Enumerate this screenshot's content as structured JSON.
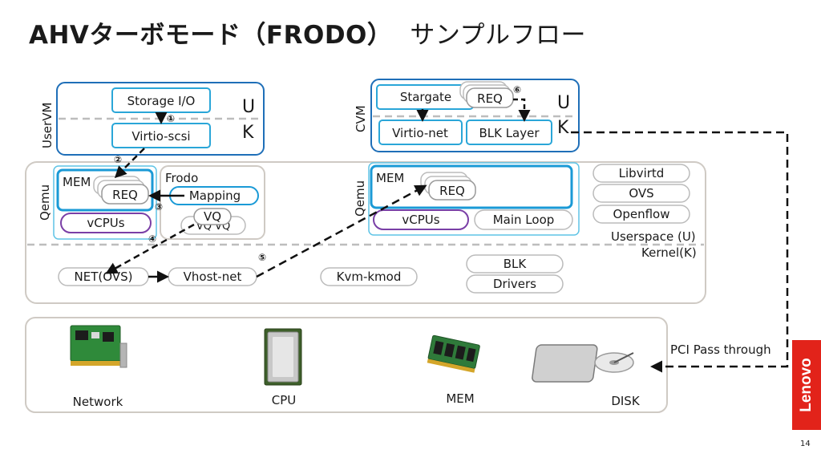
{
  "title": {
    "main": "AHVターボモード（FRODO）",
    "sub": "サンプルフロー"
  },
  "uservm": {
    "label": "UserVM",
    "storage_io": "Storage I/O",
    "virtio_scsi": "Virtio-scsi",
    "u": "U",
    "k": "K"
  },
  "cvm": {
    "label": "CVM",
    "stargate": "Stargate",
    "req": "REQ",
    "virtio_net": "Virtio-net",
    "blk_layer": "BLK Layer",
    "u": "U",
    "k": "K"
  },
  "qemu_left": {
    "label": "Qemu",
    "mem": "MEM",
    "req": "REQ",
    "vcpus": "vCPUs"
  },
  "frodo": {
    "label": "Frodo",
    "mapping": "Mapping",
    "vq_back": "VQ VQ",
    "vq": "VQ"
  },
  "qemu_right": {
    "label": "Qemu",
    "mem": "MEM",
    "req": "REQ",
    "vcpus": "vCPUs",
    "main_loop": "Main Loop"
  },
  "services": [
    "Libvirtd",
    "OVS",
    "Openflow"
  ],
  "space": {
    "userspace": "Userspace (U)",
    "kernel": "Kernel(K)"
  },
  "kernel": {
    "net_ovs": "NET(OVS)",
    "vhost_net": "Vhost-net",
    "kvm_kmod": "Kvm-kmod",
    "blk": "BLK",
    "drivers": "Drivers"
  },
  "hardware": {
    "network": "Network",
    "cpu": "CPU",
    "mem": "MEM",
    "disk": "DISK"
  },
  "pci": "PCI Pass through",
  "steps": [
    "①",
    "②",
    "③",
    "④",
    "⑤",
    "⑥"
  ],
  "logo": "Lenovo",
  "page_number": "14"
}
